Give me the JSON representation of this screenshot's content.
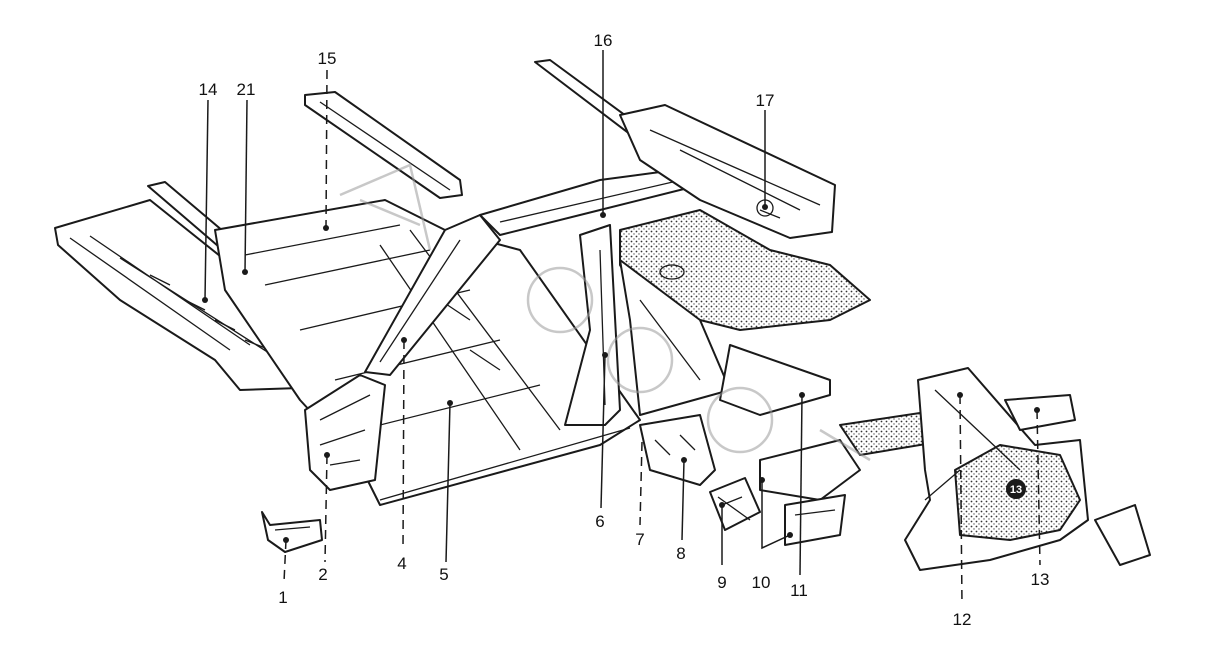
{
  "diagram": {
    "callouts": [
      {
        "id": "c1",
        "label": "1"
      },
      {
        "id": "c2",
        "label": "2"
      },
      {
        "id": "c4",
        "label": "4"
      },
      {
        "id": "c5",
        "label": "5"
      },
      {
        "id": "c6",
        "label": "6"
      },
      {
        "id": "c7",
        "label": "7"
      },
      {
        "id": "c8",
        "label": "8"
      },
      {
        "id": "c9",
        "label": "9"
      },
      {
        "id": "c10",
        "label": "10"
      },
      {
        "id": "c11",
        "label": "11"
      },
      {
        "id": "c12",
        "label": "12"
      },
      {
        "id": "c13",
        "label": "13"
      },
      {
        "id": "c14",
        "label": "14"
      },
      {
        "id": "c15",
        "label": "15"
      },
      {
        "id": "c16",
        "label": "16"
      },
      {
        "id": "c17",
        "label": "17"
      },
      {
        "id": "c21",
        "label": "21"
      }
    ],
    "badge": "13",
    "colors": {
      "ink": "#1a1a1a",
      "paper": "#ffffff",
      "watermark": "#9a9a9a"
    }
  }
}
